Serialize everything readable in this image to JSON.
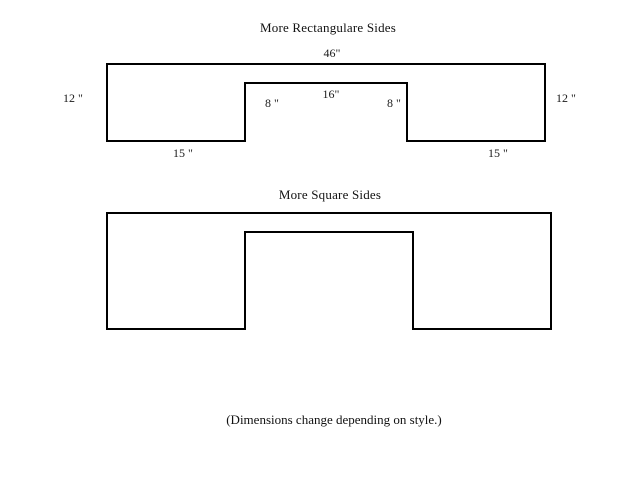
{
  "page": {
    "background_color": "#ffffff",
    "stroke_color": "#000000",
    "text_color": "#111111"
  },
  "figures": [
    {
      "id": "rectangular",
      "title": "More Rectangulare Sides",
      "dimensions": {
        "top_overall": "46\"",
        "left_height": "12 \"",
        "right_height": "12 \"",
        "notch_left_height": "8 \"",
        "notch_right_height": "8 \"",
        "notch_width": "16\"",
        "bottom_left_width": "15 \"",
        "bottom_right_width": "15 \""
      }
    },
    {
      "id": "square",
      "title": "More Square Sides",
      "dimensions": {}
    }
  ],
  "footnote": "(Dimensions change depending on style.)"
}
